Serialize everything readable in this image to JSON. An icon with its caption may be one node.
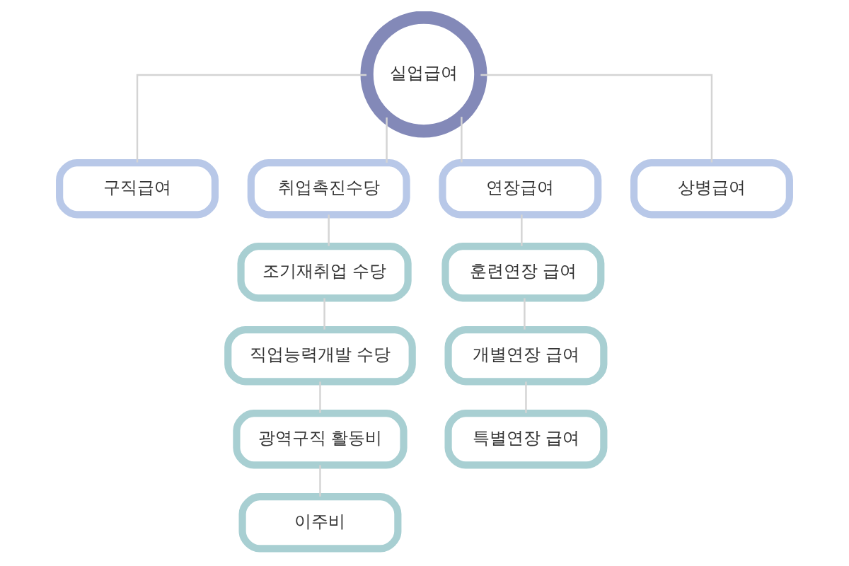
{
  "diagram": {
    "nodes": [
      {
        "text": [
          "실업급여"
        ]
      },
      {
        "text": [
          "구직급여"
        ]
      },
      {
        "text": [
          "취업촉진수당"
        ]
      },
      {
        "text": [
          "조기재취업 수당"
        ]
      },
      {
        "text": [
          "직업능력개발 수당"
        ]
      },
      {
        "text": [
          "광역구직 활동비"
        ]
      },
      {
        "text": [
          "이주비"
        ]
      },
      {
        "text": [
          "연장급여"
        ]
      },
      {
        "text": [
          "훈련연장 급여"
        ]
      },
      {
        "text": [
          "개별연장 급여"
        ]
      },
      {
        "text": [
          "특별연장 급여"
        ]
      },
      {
        "text": [
          "상병급여"
        ]
      }
    ],
    "edges": [
      {
        "from": 0,
        "to": 1,
        "arrow": "none"
      },
      {
        "from": 0,
        "to": 2,
        "arrow": "none"
      },
      {
        "from": 0,
        "to": 7,
        "arrow": "none"
      },
      {
        "from": 0,
        "to": 11,
        "arrow": "none"
      },
      {
        "from": 2,
        "to": 3,
        "arrow": "none"
      },
      {
        "from": 3,
        "to": 4,
        "arrow": "none"
      },
      {
        "from": 4,
        "to": 5,
        "arrow": "none"
      },
      {
        "from": 5,
        "to": 6,
        "arrow": "none"
      },
      {
        "from": 7,
        "to": 8,
        "arrow": "none"
      },
      {
        "from": 8,
        "to": 9,
        "arrow": "none"
      },
      {
        "from": 9,
        "to": 10,
        "arrow": "none"
      }
    ]
  }
}
